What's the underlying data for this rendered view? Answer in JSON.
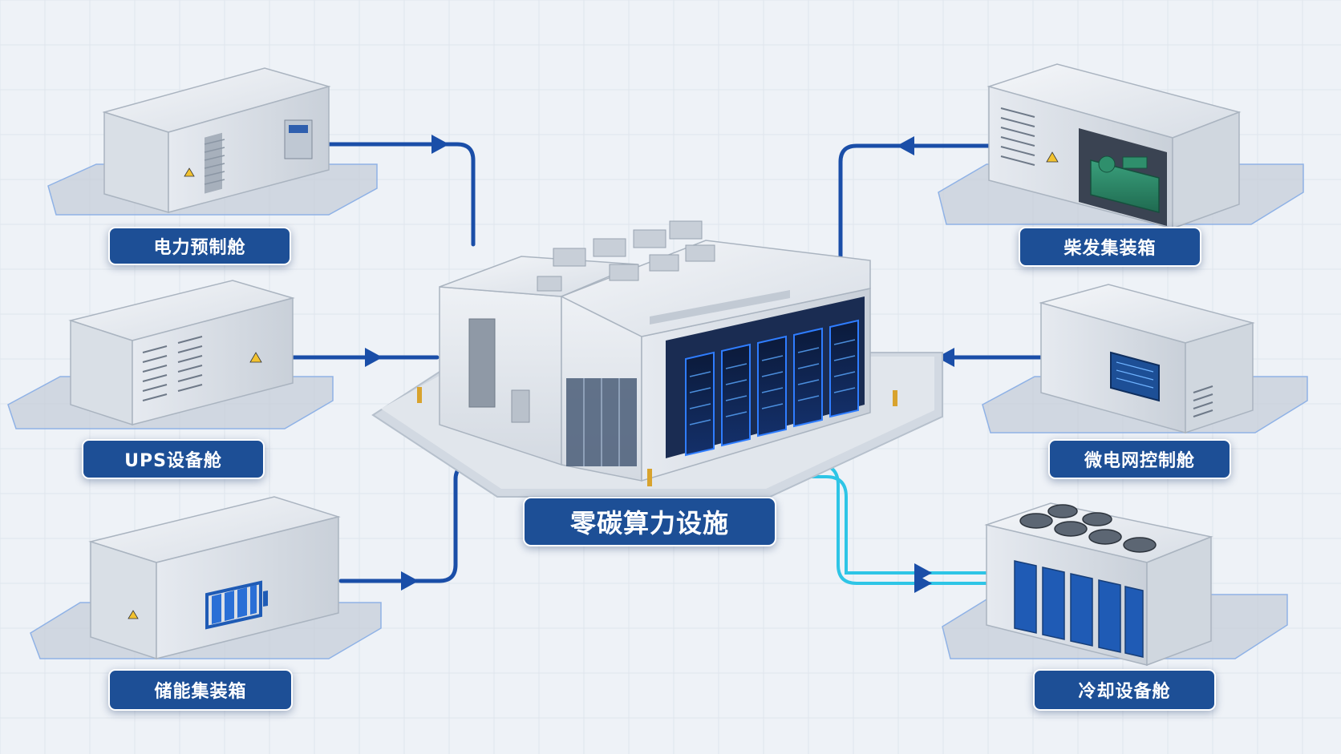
{
  "center": {
    "label": "零碳算力设施"
  },
  "modules": {
    "power_prefab": {
      "label": "电力预制舱"
    },
    "ups": {
      "label": "UPS设备舱"
    },
    "storage": {
      "label": "储能集装箱"
    },
    "diesel": {
      "label": "柴发集装箱"
    },
    "microgrid": {
      "label": "微电网控制舱"
    },
    "cooling": {
      "label": "冷却设备舱"
    }
  },
  "colors": {
    "label_bg": "#1d4f96",
    "flow_line": "#1a4ea8",
    "cooling_line": "#2ec5e6",
    "container_body": "#dde3ea",
    "server_glow": "#2f7dff",
    "generator": "#2a8a6a"
  },
  "icons": [
    "warning-icon",
    "battery-icon",
    "fan-icon",
    "server-rack-icon",
    "generator-icon",
    "arrow-icon"
  ]
}
